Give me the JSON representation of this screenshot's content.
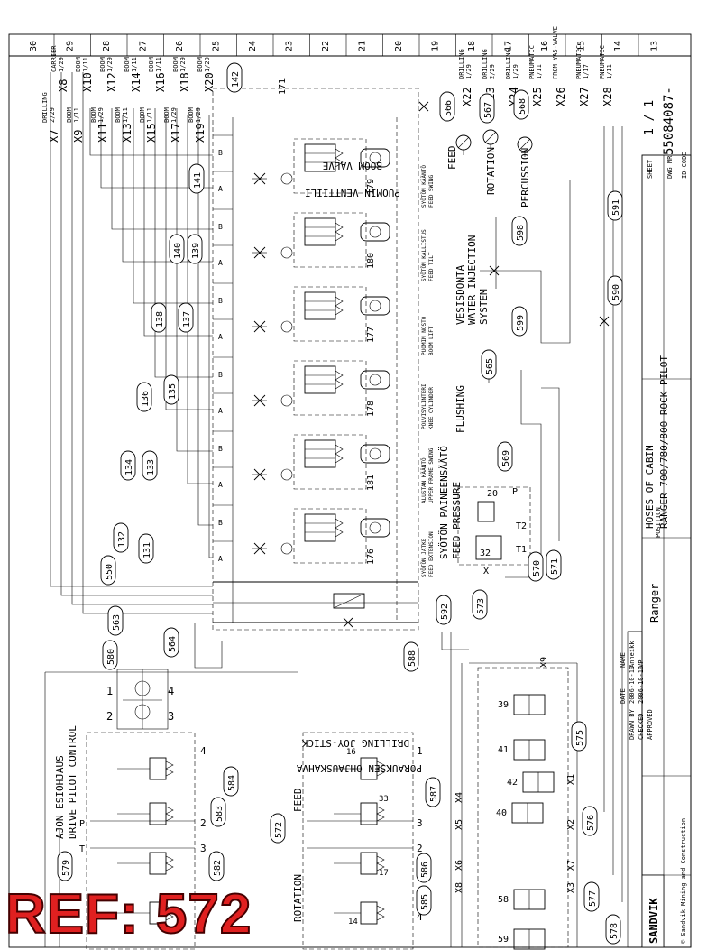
{
  "ref_label": "REF: 572",
  "border_numbers": [
    "30",
    "29",
    "28",
    "27",
    "26",
    "25",
    "24",
    "23",
    "22",
    "21",
    "20",
    "19",
    "18",
    "17",
    "16",
    "15",
    "14",
    "13"
  ],
  "right_connectors": [
    {
      "id": "X8",
      "label": "CARRIER",
      "page": "1/29"
    },
    {
      "id": "X7",
      "label": "DRILLING",
      "page": "2/29"
    },
    {
      "id": "X10",
      "label": "BOOM",
      "page": "1/11"
    },
    {
      "id": "X9",
      "label": "BOOM",
      "page": "1/11"
    },
    {
      "id": "X12",
      "label": "BOOM",
      "page": "1/29"
    },
    {
      "id": "X11",
      "label": "BOOM",
      "page": "1/29"
    },
    {
      "id": "X14",
      "label": "BOOM",
      "page": "1/11"
    },
    {
      "id": "X13",
      "label": "BOOM",
      "page": "1/11"
    },
    {
      "id": "X16",
      "label": "BOOM",
      "page": "1/11"
    },
    {
      "id": "X15",
      "label": "BOOM",
      "page": "1/11"
    },
    {
      "id": "X18",
      "label": "BOOM",
      "page": "1/29"
    },
    {
      "id": "X17",
      "label": "BOOM",
      "page": "1/29"
    },
    {
      "id": "X20",
      "label": "BOOM",
      "page": "1/29"
    },
    {
      "id": "X19",
      "label": "BOOM",
      "page": "1/29"
    }
  ],
  "drilling_connectors": [
    {
      "id": "X22",
      "label": "DRILLING",
      "page": "1/29"
    },
    {
      "id": "X23",
      "label": "DRILLING",
      "page": "2/29"
    },
    {
      "id": "X24",
      "label": "DRILLING",
      "page": "1/29"
    },
    {
      "id": "X25",
      "label": "PNEUMATIC",
      "page": "1/11"
    },
    {
      "id": "X26",
      "label": "FROM YA5-VALVE",
      "page": ""
    },
    {
      "id": "X27",
      "label": "PNEUMATIC",
      "page": "1/17"
    },
    {
      "id": "X28",
      "label": "PNEUMATIC",
      "page": "1/11"
    }
  ],
  "boom_valve": {
    "title_fi": "PUOMIN VENTTIILI",
    "title_en": "BOOM VALVE",
    "block": "171"
  },
  "spools": [
    {
      "num": "179",
      "fi": "SYÖTÖN KÄÄNTÖ",
      "en": "FEED SWING"
    },
    {
      "num": "180",
      "fi": "SYÖTÖN KALLISTUS",
      "en": "FEED TILT"
    },
    {
      "num": "177",
      "fi": "PUOMIN NOSTO",
      "en": "BOOM LIFT"
    },
    {
      "num": "178",
      "fi": "POLVISYLINTERI",
      "en": "KNEE CYLINDER"
    },
    {
      "num": "181",
      "fi": "ALUSTAN KÄÄNTÖ",
      "en": "UPPER FRAME SWING"
    },
    {
      "num": "176",
      "fi": "SYÖTÖN JATKE",
      "en": "FEED EXTENSION"
    }
  ],
  "hose_refs": [
    "142",
    "141",
    "140",
    "139",
    "138",
    "137",
    "136",
    "135",
    "134",
    "133",
    "132",
    "131",
    "550",
    "563",
    "564",
    "580",
    "584",
    "583",
    "582",
    "579",
    "572",
    "586",
    "585",
    "587",
    "588",
    "592",
    "573",
    "569",
    "570",
    "571",
    "575",
    "576",
    "577",
    "578",
    "566",
    "567",
    "568",
    "565",
    "598",
    "599",
    "590",
    "591"
  ],
  "pressure_gauges": [
    {
      "ref": "566",
      "label": "FEED"
    },
    {
      "ref": "567",
      "label": "ROTATION"
    },
    {
      "ref": "568",
      "label": "PERCUSSION"
    },
    {
      "ref": "565",
      "label": "FLUSHING"
    }
  ],
  "water_injection": {
    "fi": "VESISDONTA",
    "en1": "WATER INJECTION",
    "en2": "SYSTEM"
  },
  "feed_pressure": {
    "fi": "SYÖTÖN PAINEENSÄÄTÖ",
    "en": "FEED PRESSURE"
  },
  "drive_pilot": {
    "fi": "AJON ESIOHJAUS",
    "en": "DRIVE PILOT CONTROL"
  },
  "drilling_joystick": {
    "fi": "PORAUKSEN OHJAUSKAHVA",
    "en": "DRILLING JOY-STICK"
  },
  "joystick_labels": {
    "rotation": "ROTATION",
    "feed": "FEED"
  },
  "title_block": {
    "line1": "HOSES OF CABIN",
    "line2": "RANGER 700/780/800 ROCK PILOT",
    "sheet_label": "SHEET",
    "sheet": "1 / 1",
    "dwg_label": "DWG NR",
    "dwg": "55084087-",
    "id_label": "ID-CODE",
    "position": "POSITION",
    "product": "Ranger",
    "drawn_by": "DRAWN BY",
    "checked": "CHECKED",
    "approved": "APPROVED",
    "date_label": "DATE",
    "name_label": "NAME",
    "drawn_date": "2006-10-10",
    "drawn_name": "Anheikk",
    "checked_date": "2006-10-10",
    "checked_name": "VP",
    "company": "SANDVIK",
    "copyright": "© Sandvik Mining and Construction"
  }
}
